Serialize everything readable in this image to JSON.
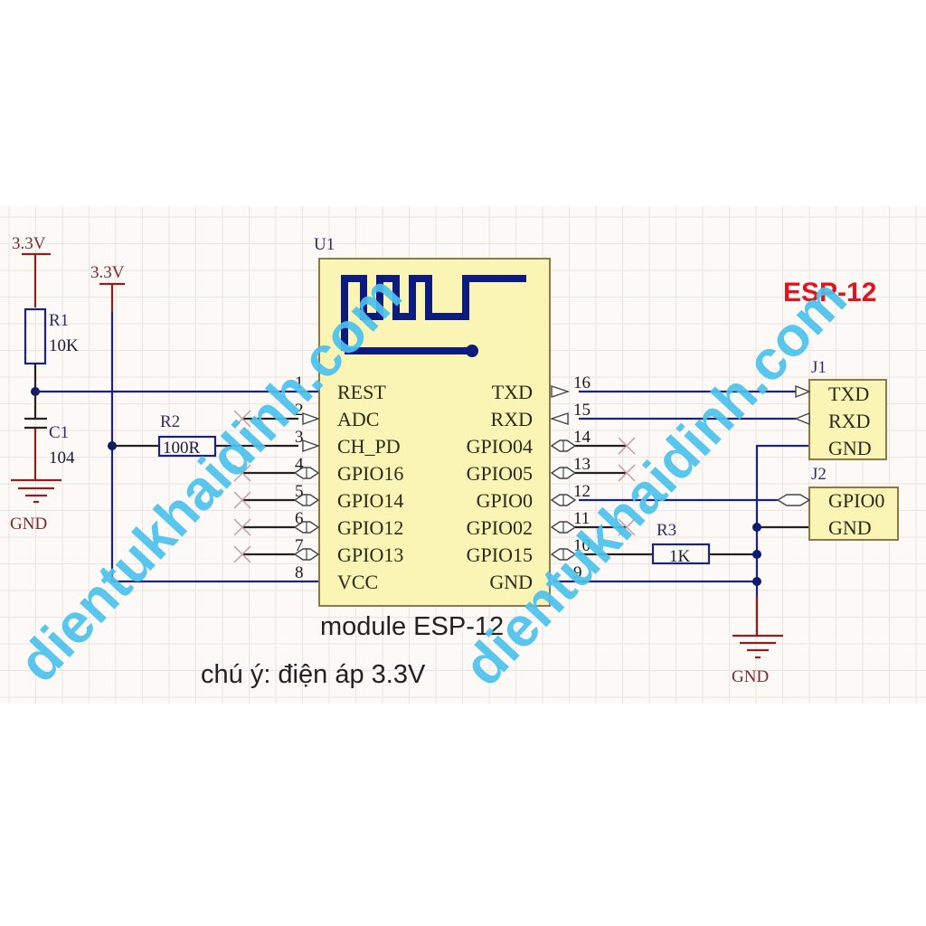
{
  "title": "ESP-12",
  "caption": {
    "module": "module ESP-12",
    "note": "chú ý: điện áp 3.3V"
  },
  "watermark": "dientukhaidinh.com",
  "colors": {
    "wire": "#1a237e",
    "power_wire": "#8b2020",
    "ic_fill": "#fbf5b5",
    "title_red": "#e0141e",
    "watermark_blue": "#4cc2ee"
  },
  "power": {
    "vcc_left": "3.3V",
    "vcc_mid": "3.3V",
    "gnd_left": "GND",
    "gnd_right": "GND"
  },
  "components": {
    "R1": {
      "ref": "R1",
      "value": "10K"
    },
    "C1": {
      "ref": "C1",
      "value": "104"
    },
    "R2": {
      "ref": "R2",
      "value": "100R"
    },
    "R3": {
      "ref": "R3",
      "value": "1K"
    },
    "U1": {
      "ref": "U1"
    },
    "J1": {
      "ref": "J1",
      "pins": [
        "TXD",
        "RXD",
        "GND"
      ]
    },
    "J2": {
      "ref": "J2",
      "pins": [
        "GPIO0",
        "GND"
      ]
    }
  },
  "u1_left_pins": [
    {
      "num": "1",
      "name": "REST",
      "connected": true
    },
    {
      "num": "2",
      "name": "ADC",
      "connected": false
    },
    {
      "num": "3",
      "name": "CH_PD",
      "connected": true
    },
    {
      "num": "4",
      "name": "GPIO16",
      "connected": false
    },
    {
      "num": "5",
      "name": "GPIO14",
      "connected": false
    },
    {
      "num": "6",
      "name": "GPIO12",
      "connected": false
    },
    {
      "num": "7",
      "name": "GPIO13",
      "connected": false
    },
    {
      "num": "8",
      "name": "VCC",
      "connected": true
    }
  ],
  "u1_right_pins": [
    {
      "num": "16",
      "name": "TXD",
      "connected": true
    },
    {
      "num": "15",
      "name": "RXD",
      "connected": true
    },
    {
      "num": "14",
      "name": "GPIO04",
      "connected": false
    },
    {
      "num": "13",
      "name": "GPIO05",
      "connected": false
    },
    {
      "num": "12",
      "name": "GPIO0",
      "connected": true
    },
    {
      "num": "11",
      "name": "GPIO02",
      "connected": false
    },
    {
      "num": "10",
      "name": "GPIO15",
      "connected": true
    },
    {
      "num": "9",
      "name": "GND",
      "connected": true
    }
  ]
}
